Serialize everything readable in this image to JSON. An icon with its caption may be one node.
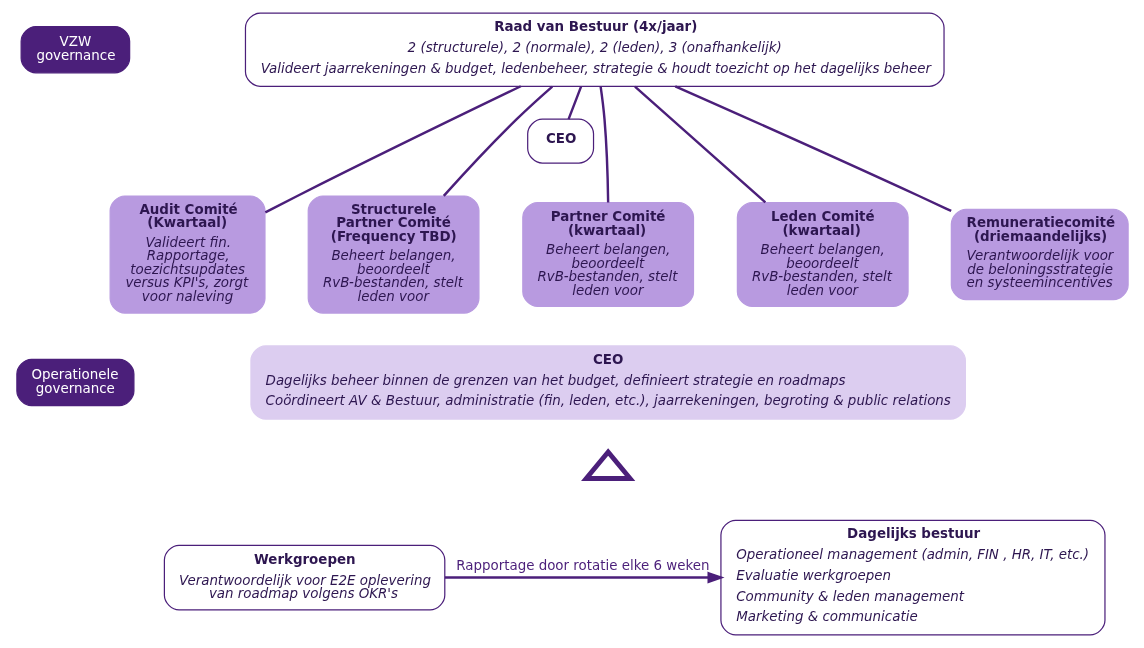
{
  "diagram": {
    "nodes": [
      {
        "text": [
          "VZW governance"
        ]
      },
      {
        "text": [
          "Raad van Bestuur (4x/jaar)",
          "2 (structurele), 2 (normale), 2 (leden), 3 (onafhankelijk)",
          "Valideert jaarrekeningen & budget, ledenbeheer, strategie & houdt toezicht op het dagelijks beheer"
        ]
      },
      {
        "text": [
          "CEO"
        ]
      },
      {
        "text": [
          "Audit Comité (Kwartaal)",
          "Valideert fin. Rapportage, toezichtsupdates versus KPI's, zorgt voor naleving"
        ]
      },
      {
        "text": [
          "Structurele Partner Comité (Frequency TBD)",
          "Beheert belangen, beoordeelt RvB-bestanden, stelt leden voor"
        ]
      },
      {
        "text": [
          "Partner Comité (kwartaal)",
          "Beheert belangen, beoordeelt RvB-bestanden, stelt leden voor"
        ]
      },
      {
        "text": [
          "Leden Comité (kwartaal)",
          "Beheert belangen, beoordeelt RvB-bestanden, stelt leden voor"
        ]
      },
      {
        "text": [
          "Remuneratiecomité (driemaandelijks)",
          "Verantwoordelijk voor de beloningsstrategie en systeemincentives"
        ]
      },
      {
        "text": [
          "Operationele governance"
        ]
      },
      {
        "text": [
          "CEO",
          "Dagelijks beheer binnen de grenzen van het budget, definieert strategie en roadmaps",
          "Coördineert AV & Bestuur, administratie (fin, leden, etc.), jaarrekeningen, begroting & public relations"
        ]
      },
      {
        "text": [
          "Dagelijks bestuur",
          "Operationeel management (admin, FIN , HR, IT, etc.)",
          "Evaluatie werkgroepen",
          "Community & leden management",
          "Marketing & communicatie"
        ]
      },
      {
        "text": [],
        "shape": "triangle"
      },
      {
        "text": [
          "Werkgroepen",
          "Verantwoordelijk voor E2E oplevering van roadmap volgens OKR's"
        ]
      }
    ],
    "edges": [
      {
        "from": 1,
        "to": 2,
        "arrow": "none"
      },
      {
        "from": 1,
        "to": 3,
        "arrow": "none"
      },
      {
        "from": 1,
        "to": 4,
        "arrow": "none"
      },
      {
        "from": 1,
        "to": 5,
        "arrow": "none"
      },
      {
        "from": 1,
        "to": 6,
        "arrow": "none"
      },
      {
        "from": 1,
        "to": 7,
        "arrow": "none"
      },
      {
        "from": 12,
        "to": 10,
        "arrow": "to",
        "label": "Rapportage door rotatie elke 6 weken"
      }
    ]
  }
}
